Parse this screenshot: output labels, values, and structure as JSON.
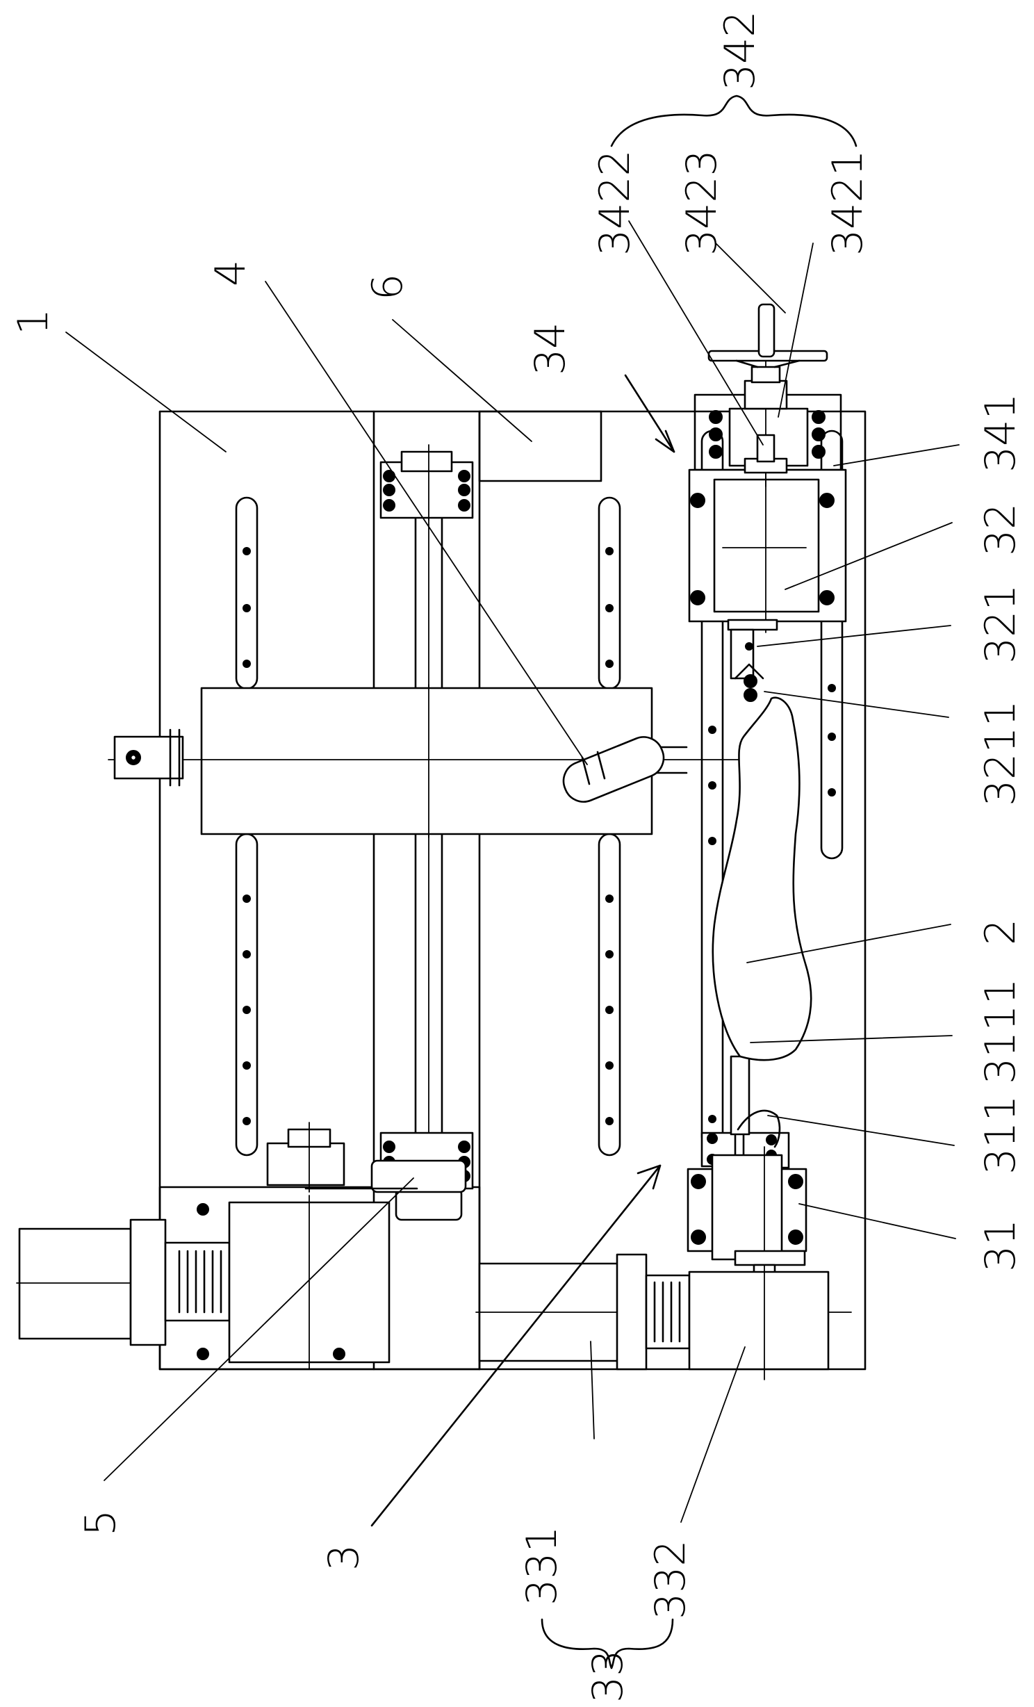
{
  "figure": {
    "background": "#ffffff",
    "stroke_color": "#000000"
  },
  "labels": {
    "l1": "1",
    "l2": "2",
    "l3": "3",
    "l4": "4",
    "l5": "5",
    "l6": "6",
    "l31": "31",
    "l311": "311",
    "l3111": "3111",
    "l32": "32",
    "l321": "321",
    "l3211": "3211",
    "l33": "33",
    "l331": "331",
    "l332": "332",
    "l34": "34",
    "l341": "341",
    "l342": "342",
    "l3421": "3421",
    "l3422": "3422",
    "l3423": "3423"
  }
}
